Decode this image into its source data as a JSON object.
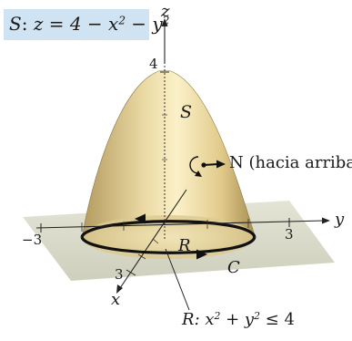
{
  "surface_equation": {
    "name": "S",
    "lhs": "z = 4 − x",
    "exp_x": "2",
    "mid": " − y",
    "exp_y": "2"
  },
  "axes": {
    "z_label": "z",
    "y_label": "y",
    "x_label": "x",
    "z_tick": "4",
    "y_tick_neg": "−3",
    "y_tick_pos": "3",
    "x_tick": "3"
  },
  "labels": {
    "surface": "S",
    "normal": "N (hacia arriba)",
    "region": "R",
    "curve": "C"
  },
  "region_definition": {
    "name": "R",
    "text_a": ": x",
    "exp_a": "2",
    "text_b": " + y",
    "exp_b": "2",
    "text_c": " ≤ 4"
  },
  "colors": {
    "surface_fill": "#e8d59c",
    "plane_fill": "#dcdccb",
    "highlight_box": "#cfe3f2",
    "curve": "#111111"
  }
}
